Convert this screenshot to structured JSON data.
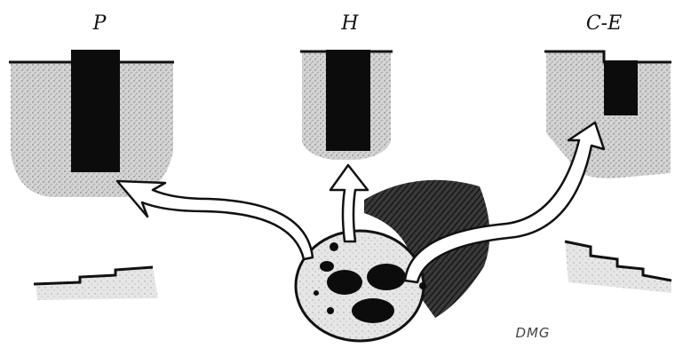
{
  "labels": {
    "p": "P",
    "h": "H",
    "ce": "C-E"
  },
  "signature": "DMG",
  "colors": {
    "ink": "#111111",
    "stipple": "#b8b8b8",
    "fill": "#0c0c0c",
    "arrow_fill": "#ffffff"
  }
}
